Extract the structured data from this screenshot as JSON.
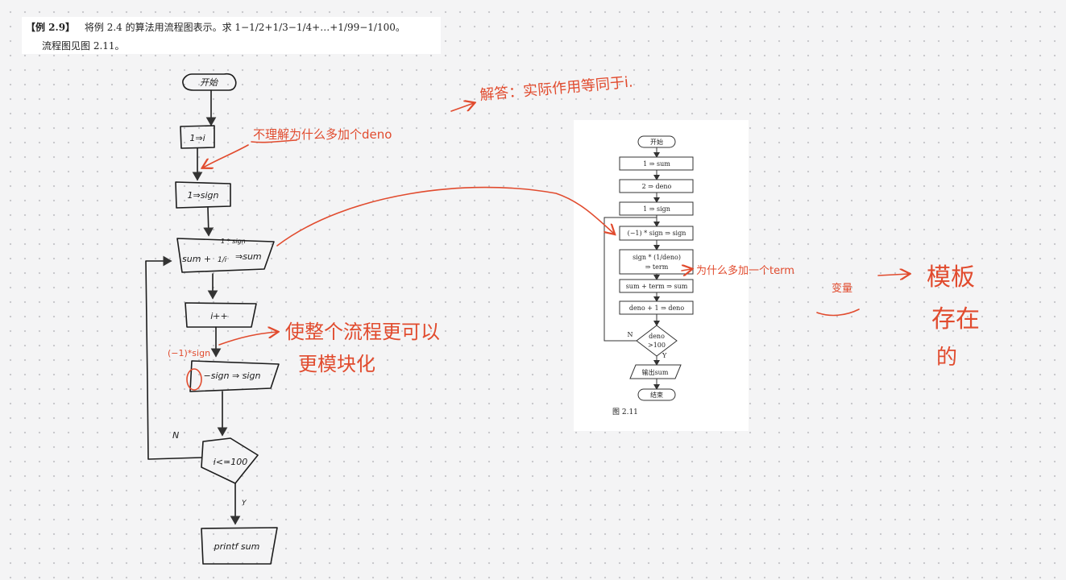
{
  "problem": {
    "tag": "【例 2.9】",
    "statement": "将例 2.4 的算法用流程图表示。求 1−1/2+1/3−1/4+…+1/99−1/100。",
    "note": "流程图见图 2.11。"
  },
  "printed_flowchart": {
    "start": "开始",
    "steps": [
      "1 ⇒ sum",
      "2 ⇒ deno",
      "1 ⇒ sign",
      "(−1) * sign ⇒ sign",
      "sign * (1/deno)",
      "⇒ term",
      "sum + term ⇒ sum",
      "deno + 1 ⇒ deno"
    ],
    "decision_line1": "deno",
    "decision_line2": ">100",
    "no_label": "N",
    "yes_label": "Y",
    "output": "输出sum",
    "end": "结束",
    "caption": "图 2.11"
  },
  "handwritten_flowchart": {
    "start": "开始",
    "step1": "1⇒i",
    "step2": "1⇒sign",
    "step3_main": "sum +",
    "step3_frac": "1/i",
    "step3_sup": "1 * sign",
    "step3_tail": "⇒sum",
    "step4": "i++",
    "step5": "−sign ⇒ sign",
    "decision": "i<=100",
    "branch_y": "Y",
    "branch_n": "N",
    "output": "printf sum"
  },
  "annotations": {
    "question_deno": "不理解为什么多加个deno",
    "answer_deno": "解答：实际作用等同于i.",
    "modular": "使整个流程更可以",
    "modular_line2": "更模块化",
    "sign_note": "(−1)*sign",
    "question_term": "为什么多加一个term",
    "question_term_2": "变量",
    "reason_1": "模板",
    "reason_2": "存在",
    "reason_3": "的"
  }
}
